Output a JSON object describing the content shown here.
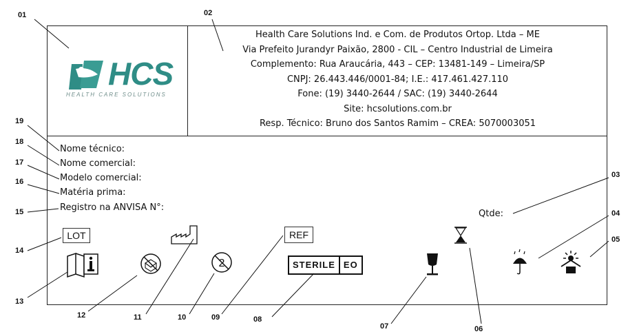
{
  "logo": {
    "text": "HCS",
    "subtitle": "HEALTH CARE SOLUTIONS",
    "color": "#2f8d86"
  },
  "company_lines": [
    "Health Care Solutions Ind. e Com. de Produtos Ortop. Ltda – ME",
    "Via Prefeito Jurandyr Paixão, 2800 - CIL – Centro Industrial de Limeira",
    "Complemento: Rua Araucária, 443 – CEP: 13481-149 – Limeira/SP",
    "CNPJ: 26.443.446/0001-84; I.E.: 417.461.427.110",
    "Fone: (19) 3440-2644 / SAC: (19) 3440-2644",
    "Site: hcsolutions.com.br",
    "Resp. Técnico: Bruno dos Santos Ramim – CREA: 5070003051"
  ],
  "fields": [
    "Nome técnico:",
    "Nome comercial:",
    "Modelo comercial:",
    "Matéria prima:",
    "Registro na ANVISA N°:"
  ],
  "qtde_label": "Qtde:",
  "symbols": {
    "lot": "LOT",
    "ref": "REF",
    "sterile": "STERILE",
    "sterile_method": "EO"
  },
  "callouts": {
    "n01": "01",
    "n02": "02",
    "n03": "03",
    "n04": "04",
    "n05": "05",
    "n06": "06",
    "n07": "07",
    "n08": "08",
    "n09": "09",
    "n10": "10",
    "n11": "11",
    "n12": "12",
    "n13": "13",
    "n14": "14",
    "n15": "15",
    "n16": "16",
    "n17": "17",
    "n18": "18",
    "n19": "19"
  }
}
